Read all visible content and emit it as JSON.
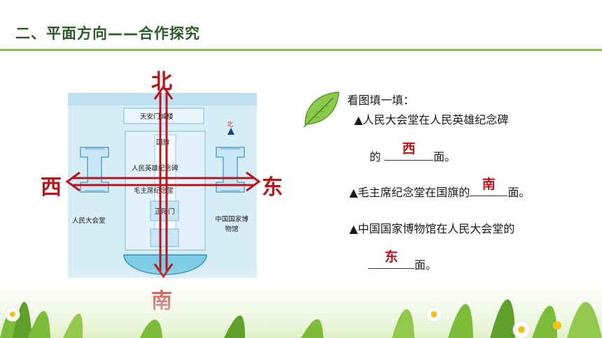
{
  "header": {
    "title": "二、平面方向——合作探究"
  },
  "map": {
    "labels": {
      "tiananmen": "天安门城楼",
      "flag": "国旗",
      "monument": "人民英雄纪念碑",
      "mausoleum": "毛主席纪念堂",
      "hall": "人民大会堂",
      "museum": "中国国家博物馆",
      "zhengyangmen": "正阳门",
      "north_small": "北"
    }
  },
  "directions": {
    "north": "北",
    "south": "南",
    "west": "西",
    "east": "东"
  },
  "task": {
    "heading": "看图填一填：",
    "q1_part1": "▲人民大会堂在人民英雄纪念碑",
    "q1_part2": "的",
    "q1_answer": "西",
    "q1_part3": "面。",
    "q2_part1": "▲毛主席纪念堂在国旗的",
    "q2_answer": "南",
    "q2_part2": "面。",
    "q3_part1": "▲中国国家博物馆在人民大会堂的",
    "q3_answer": "东",
    "q3_part2": "面。"
  },
  "colors": {
    "accent": "#b3181d",
    "header": "#2e5b2a",
    "rule": "#8fb84a",
    "map_bg": "#d6ecf7"
  }
}
